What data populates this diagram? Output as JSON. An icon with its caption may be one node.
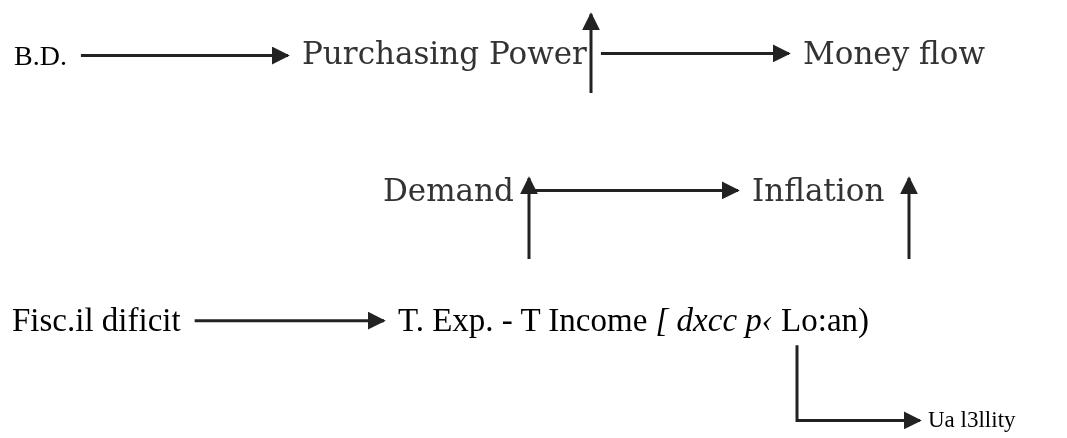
{
  "diagram": {
    "nodes": [
      {
        "text": [
          "B.D."
        ]
      },
      {
        "text": [
          "Purchasing Power"
        ]
      },
      {
        "text": [
          "Money flow"
        ]
      },
      {
        "text": [
          "Demand"
        ]
      },
      {
        "text": [
          "Inflation"
        ]
      },
      {
        "text": [
          "Fisc.il dificit"
        ]
      },
      {
        "text": [
          "T. Exp. - T Income *[ dxcc p‹* Lo:an)"
        ]
      },
      {
        "text": [
          "Ua l3llity"
        ]
      }
    ],
    "edges": [
      {
        "from": 0,
        "to": 1,
        "arrow": "to"
      },
      {
        "from": 1,
        "to": 2,
        "arrow": "to"
      },
      {
        "from": 3,
        "to": 4,
        "arrow": "to"
      },
      {
        "from": 5,
        "to": 6,
        "arrow": "to"
      },
      {
        "from": 6,
        "to": 7,
        "arrow": "to"
      }
    ]
  }
}
